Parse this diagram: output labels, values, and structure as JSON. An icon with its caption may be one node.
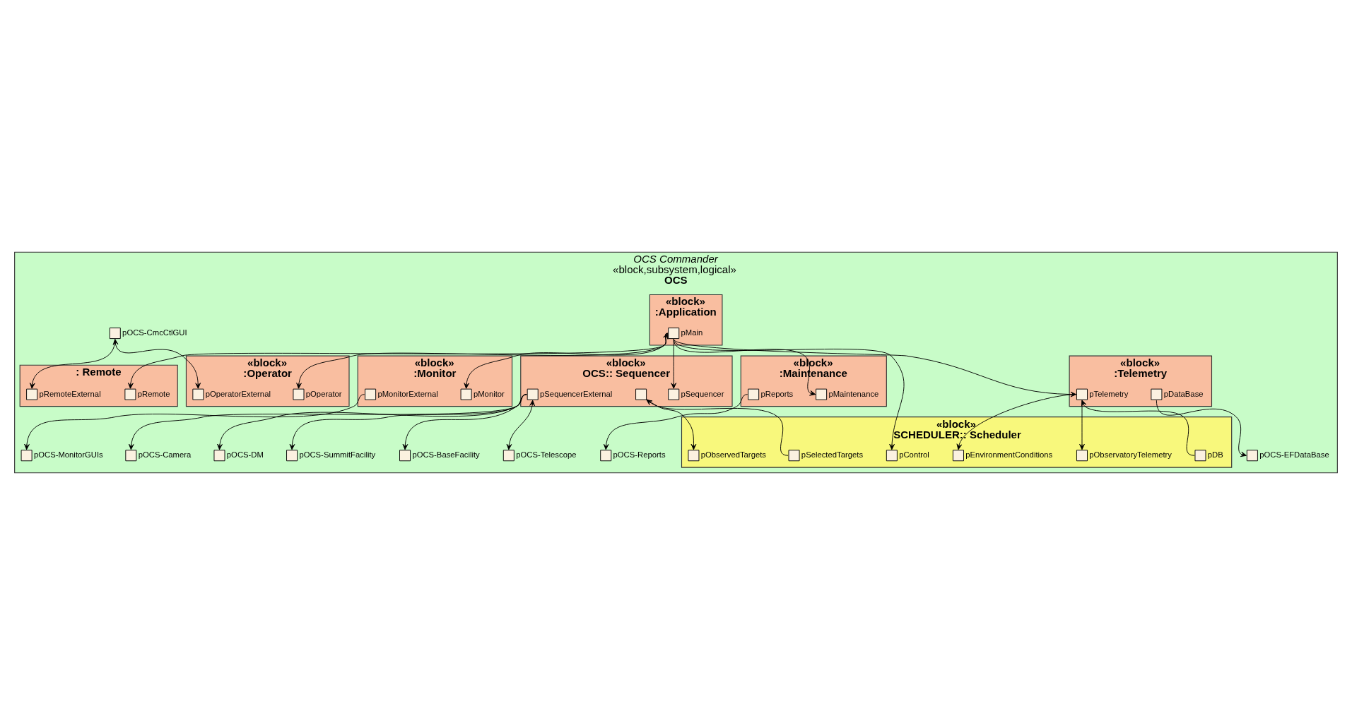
{
  "diagram": {
    "nodes": [
      {
        "text": [
          "OCS Commander",
          "«block,subsystem,logical»",
          "OCS"
        ]
      },
      {
        "text": [
          "«block»",
          ":Application"
        ],
        "in": 0
      },
      {
        "text": [],
        "shape": "box",
        "beside": [
          "pMain"
        ],
        "in": 1
      },
      {
        "text": [
          "«block»",
          ":Operator"
        ],
        "in": 0
      },
      {
        "text": [],
        "shape": "box",
        "beside": [
          "pOperator"
        ],
        "in": 3
      },
      {
        "text": [],
        "shape": "box",
        "beside": [
          "pOperatorExternal"
        ],
        "in": 3
      },
      {
        "text": [],
        "shape": "box",
        "beside": [
          "pOCS-CmcCtlGUI"
        ],
        "in": 0
      },
      {
        "text": [
          ": Remote"
        ],
        "in": 0
      },
      {
        "text": [],
        "shape": "box",
        "beside": [
          "pRemote"
        ],
        "in": 7
      },
      {
        "text": [],
        "shape": "box",
        "beside": [
          "pRemoteExternal"
        ],
        "in": 7
      },
      {
        "text": [
          "«block»",
          ":Monitor"
        ],
        "in": 0
      },
      {
        "text": [],
        "shape": "box",
        "beside": [
          "pMonitor"
        ],
        "in": 10
      },
      {
        "text": [],
        "shape": "box",
        "beside": [
          "pMonitorExternal"
        ],
        "in": 10
      },
      {
        "text": [
          "«block»",
          "SCHEDULER:: Scheduler"
        ],
        "in": 0
      },
      {
        "text": [],
        "shape": "box",
        "beside": [
          "pControl"
        ],
        "in": 13
      },
      {
        "text": [],
        "shape": "box",
        "beside": [
          "pObservedTargets"
        ],
        "in": 13
      },
      {
        "text": [],
        "shape": "box",
        "beside": [
          "pSelectedTargets"
        ],
        "in": 13
      },
      {
        "text": [],
        "shape": "box",
        "beside": [
          "pObservatoryTelemetry"
        ],
        "in": 13
      },
      {
        "text": [],
        "shape": "box",
        "beside": [
          "pEnvironmentConditions"
        ],
        "in": 13
      },
      {
        "text": [],
        "shape": "box",
        "beside": [
          "pDB"
        ],
        "in": 13
      },
      {
        "text": [
          "«block»",
          "OCS:: Sequencer"
        ],
        "in": 0
      },
      {
        "text": [],
        "shape": "box",
        "beside": [
          "pSequencer"
        ],
        "in": 20
      },
      {
        "text": [],
        "shape": "box",
        "in": 20
      },
      {
        "text": [],
        "shape": "box",
        "beside": [
          "pSequencerExternal"
        ],
        "in": 20
      },
      {
        "text": [
          "«block»",
          ":Maintenance"
        ],
        "in": 0
      },
      {
        "text": [],
        "shape": "box",
        "beside": [
          "pMaintenance"
        ],
        "in": 24
      },
      {
        "text": [],
        "shape": "box",
        "beside": [
          "pReports"
        ],
        "in": 24
      },
      {
        "text": [
          "«block»",
          ":Telemetry"
        ],
        "in": 0
      },
      {
        "text": [],
        "shape": "box",
        "beside": [
          "pTelemetry"
        ],
        "in": 27
      },
      {
        "text": [],
        "shape": "box",
        "beside": [
          "pDataBase"
        ],
        "in": 27
      },
      {
        "text": [],
        "shape": "box",
        "beside": [
          "pOCS-Reports"
        ],
        "in": 0
      },
      {
        "text": [],
        "shape": "box",
        "beside": [
          "pOCS-MonitorGUIs"
        ],
        "in": 0
      },
      {
        "text": [],
        "shape": "box",
        "beside": [
          "pOCS-EFDataBase"
        ],
        "in": 0
      },
      {
        "text": [],
        "shape": "box",
        "beside": [
          "pOCS-Telescope"
        ],
        "in": 0
      },
      {
        "text": [],
        "shape": "box",
        "beside": [
          "pOCS-Camera"
        ],
        "in": 0
      },
      {
        "text": [],
        "shape": "box",
        "beside": [
          "pOCS-DM"
        ],
        "in": 0
      },
      {
        "text": [],
        "shape": "box",
        "beside": [
          "pOCS-SummitFacility"
        ],
        "in": 0
      },
      {
        "text": [],
        "shape": "box",
        "beside": [
          "pOCS-BaseFacility"
        ],
        "in": 0
      }
    ],
    "edges": [
      {
        "from": 2,
        "to": 4,
        "arrow": "to"
      },
      {
        "from": 2,
        "to": 8,
        "arrow": "both"
      },
      {
        "from": 2,
        "to": 25,
        "arrow": "to"
      },
      {
        "from": 2,
        "to": 11,
        "arrow": "to"
      },
      {
        "from": 2,
        "to": 28,
        "arrow": "to"
      },
      {
        "from": 2,
        "to": 14,
        "arrow": "to"
      },
      {
        "from": 2,
        "to": 21,
        "arrow": "to"
      },
      {
        "from": 6,
        "to": 5,
        "arrow": "both"
      },
      {
        "from": 6,
        "to": 9,
        "arrow": "to"
      },
      {
        "from": 12,
        "to": 31,
        "arrow": "to"
      },
      {
        "from": 26,
        "to": 30,
        "arrow": "to"
      },
      {
        "from": 29,
        "to": 32,
        "arrow": "to"
      },
      {
        "from": 28,
        "to": 17,
        "arrow": "to"
      },
      {
        "from": 28,
        "to": 18,
        "arrow": "to"
      },
      {
        "from": 19,
        "to": 28,
        "arrow": "to"
      },
      {
        "from": 22,
        "to": 15,
        "arrow": "to"
      },
      {
        "from": 16,
        "to": 22,
        "arrow": "to"
      },
      {
        "from": 23,
        "to": 33,
        "arrow": "both"
      },
      {
        "from": 23,
        "to": 34,
        "arrow": "to"
      },
      {
        "from": 23,
        "to": 35,
        "arrow": "to"
      },
      {
        "from": 23,
        "to": 36,
        "arrow": "to"
      },
      {
        "from": 23,
        "to": 37,
        "arrow": "to"
      }
    ]
  }
}
